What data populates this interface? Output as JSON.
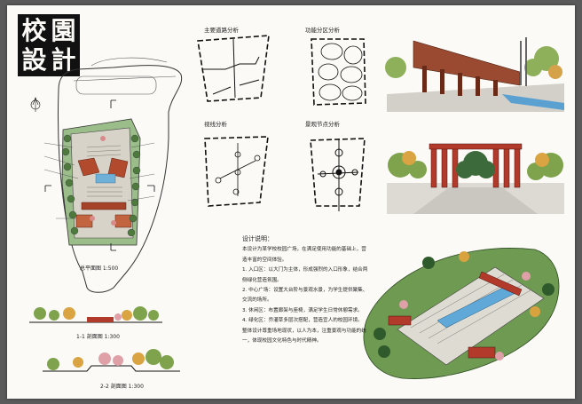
{
  "title": {
    "chars": [
      "校",
      "園",
      "設",
      "計"
    ]
  },
  "diagrams": {
    "traffic": "主要道路分析",
    "zones": "功能分区分析",
    "view": "视线分析",
    "nodes": "景观节点分析"
  },
  "plan": {
    "scale": "总平面图 1:500"
  },
  "sections": {
    "section1": "1-1 剖面图 1:300",
    "section2": "2-2 剖面图 1:300"
  },
  "notes": {
    "heading": "设计说明：",
    "paragraphs": [
      "本设计为某学校校园广场，在满足使用功能的基础上，营造丰富的空间体验。",
      "1. 入口区：以大门为主体，形成强烈的入口形象，结合两侧绿化营造氛围。",
      "2. 中心广场：设置大台阶与景观水景，为学生提供聚集、交流的场所。",
      "3. 休闲区：布置廊架与座椅，满足学生日常休憩需求。",
      "4. 绿化区：乔灌草多层次搭配，营造宜人的校园环境。",
      "整体设计尊重场地现状，以人为本，注重景观与功能的统一，体现校园文化特色与时代精神。"
    ]
  }
}
